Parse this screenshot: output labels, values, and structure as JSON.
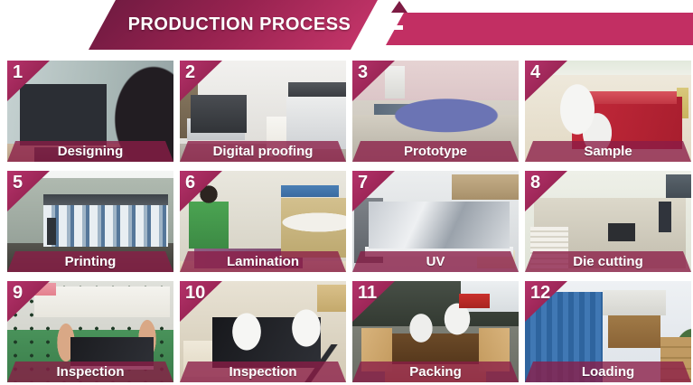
{
  "header": {
    "title": "PRODUCTION PROCESS",
    "banner_gradient_from": "#731b42",
    "banner_gradient_to": "#c23468",
    "accent_bar_color": "#c22f63",
    "accent_triangle_color": "#7d1b43",
    "accent_dash_color": "#ffffff",
    "title_text_color": "#ffffff"
  },
  "colors": {
    "brand_magenta": "#a02458",
    "badge_gradient": [
      "#b5336b",
      "#8c1d49"
    ],
    "caption_overlay": "rgba(139,28,71,0.78)",
    "caption_text": "#ffffff",
    "page_background": "#ffffff"
  },
  "steps": [
    {
      "number": "1",
      "label": "Designing",
      "photo_style": "background: radial-gradient(70px 95px at 88% 58%, #221d22 60%, rgba(34,29,34,0) 62%) 0 0/100% 100% no-repeat, linear-gradient(#2b2e34,#2b2e34) 14px 26px/96px 68px no-repeat, linear-gradient(110deg,#ece8c6,#d7e2ae) 20px 32px/84px 54px no-repeat, radial-gradient(9px 13px at 50% 50%, #c0504a 96%, rgba(192,80,74,0) 100%) 26px 40px/20px 28px no-repeat, radial-gradient(14px 14px at 50% 50%, #9fae62 96%, rgba(159,174,98,0) 100%) 54px 48px/30px 30px no-repeat, linear-gradient(#3a3d42,#26282c) 30px 96px/110px 16px no-repeat, linear-gradient(#cdb9a0,#b5a084) 0 100%/100% 20px no-repeat, linear-gradient(#9aa4a2,#8c9896) 150px 28px/34px 46px no-repeat, linear-gradient(100deg,#c6d2d2 0%,#aab9b7 55%,#93a1a3 100%) 0 0/100% 100% no-repeat;"
    },
    {
      "number": "2",
      "label": "Digital proofing",
      "photo_style": "background: linear-gradient(#54575c,#3a3d42) 120px 24px/118px 16px no-repeat, linear-gradient(#eceded,#cfd2d5) 118px 40px/120px 58px no-repeat, linear-gradient(#f7f6f2,#e9e6de) 96px 62px/44px 44px no-repeat, linear-gradient(#4a4d52,#313438) 12px 38px/62px 42px no-repeat, linear-gradient(#dcdedf,#c4c7ca) 8px 64px/64px 24px no-repeat, linear-gradient(#8a7a62,#6c5e4a) 0 18px/20px 68px no-repeat, linear-gradient(#bab5ad,#a29b8f) 0 100%/100% 20px no-repeat, linear-gradient(#f2f1ef,#dcdad5) 0 0/100% 100% no-repeat;"
    },
    {
      "number": "3",
      "label": "Prototype",
      "photo_style": "background: linear-gradient(#f0f0ee,#d8d8d4) 36px 6px/22px 36px no-repeat, radial-gradient(80px 26px at 50% 55%, #6b74b4 70%, rgba(107,116,180,0) 72%) 24px 30px/160px 56px no-repeat, linear-gradient(100deg,#5a6a7a,#93a1b0) 24px 48px/120px 12px no-repeat, linear-gradient(#d3cec2,#b5b0a4) 0 100%/100% 52px no-repeat, linear-gradient(#e6d3d3,#dcc6c8) 0 0/100% 44px no-repeat, linear-gradient(#ded9d1,#c7c2b8) 0 0/100% 100% no-repeat;"
    },
    {
      "number": "4",
      "label": "Sample",
      "photo_style": "background: radial-gradient(26px 38px at 50% 50%, #f5f5f3 72%, rgba(245,245,243,0) 74%) 28px 14px/60px 80px no-repeat, radial-gradient(22px 30px at 50% 50%, #f0f0ee 72%, rgba(240,240,238,0) 74%) 52px 48px/56px 64px no-repeat, linear-gradient(#d8535e,#c23744) 60px 34px/108px 14px no-repeat, linear-gradient(105deg,#c4293a,#a81e2e) 52px 40px/122px 58px no-repeat, linear-gradient(#d9c87c,#c9b45e) 168px 30px/13px 34px no-repeat, linear-gradient(#e2e9dc,#eef0e8) 0 0/100% 16px no-repeat, linear-gradient(#f0ebdf,#e2d9c4) 0 0/100% 100% no-repeat;"
    },
    {
      "number": "5",
      "label": "Printing",
      "photo_style": "background: linear-gradient(rgba(255,255,255,.85),rgba(255,255,255,.85)) 0 0/100% 8px no-repeat, linear-gradient(#2e3338,#2e3338) 44px 52px/10px 30px no-repeat, linear-gradient(#3c4248,#565c62) 40px 26px/138px 12px no-repeat, repeating-linear-gradient(90deg,#e8eef2 0,#e8eef2 9px,#9fb4c6 9px,#9fb4c6 13px,#55779a 13px,#55779a 17px) 40px 38px/138px 46px no-repeat, linear-gradient(#55544e,#3c3c36) 0 100%/100% 32px no-repeat, linear-gradient(#b2bcb2,#8c9890) 0 0/100% 100% no-repeat;"
    },
    {
      "number": "6",
      "label": "Lamination",
      "photo_style": "background: radial-gradient(12px 12px at 50% 50%, #2c2420 80%, rgba(44,36,32,0) 82%) 20px 14px/24px 24px no-repeat, linear-gradient(#4ba452,#3c8a44) 10px 34px/44px 52px no-repeat, linear-gradient(#4a7fb5,#3a6ba0) 112px 16px/64px 13px no-repeat, radial-gradient(50px 13px at 50% 50%, #f2f0ea 80%, rgba(242,240,234,0) 82%) 100px 42px/108px 30px no-repeat, linear-gradient(#d3c08e,#bca86f) 112px 30px/72px 66px no-repeat, linear-gradient(100deg,#8e5f83,#7a4a6e) 16px 86px/120px 22px no-repeat, linear-gradient(#e4dac2,#d4c6a8) 0 100%/100% 12px no-repeat, linear-gradient(#e9e7de,#d4d0c2) 0 0/100% 100% no-repeat;"
    },
    {
      "number": "7",
      "label": "UV",
      "photo_style": "background: linear-gradient(115deg,#c6cbd1 0%,#eef0f2 35%,#9aa2ab 60%,#d8dce0 100%) 18px 34px/156px 52px no-repeat, linear-gradient(#f4f5f6,#dfe2e5) 14px 84px/164px 11px no-repeat, linear-gradient(#e6dfc8,#d2c9ac) 138px 88px/42px 20px no-repeat, linear-gradient(#c3ad87,#a8906a) 110px 4px/74px 28px no-repeat, linear-gradient(#7d8288,#5d6268) 2px 30px/32px 72px no-repeat, linear-gradient(#eceeef,#d2d6d9) 0 0/100% 100% no-repeat;"
    },
    {
      "number": "8",
      "label": "Die cutting",
      "photo_style": "background: repeating-linear-gradient(#f2f0ea 0,#f2f0ea 4px,#d8d4c8 4px,#d8d4c8 6px) 6px 62px/42px 48px no-repeat, linear-gradient(#2c2e32,#2c2e32) 92px 58px/30px 20px no-repeat, linear-gradient(#30343c,#30343c) 148px 34px/14px 34px no-repeat, linear-gradient(#5a646c,#434c54) 156px 4px/28px 26px no-repeat, linear-gradient(#dcd8ca,#c2bdae) 10px 30px/168px 78px no-repeat, linear-gradient(#eef0e8,#dfe2d6) 0 0/100% 100% no-repeat;"
    },
    {
      "number": "9",
      "label": "Inspection",
      "photo_style": "background: linear-gradient(#c9ccd0,#c9ccd0) 70px 94px/92px 4px no-repeat, linear-gradient(115deg,#1b1c20,#2e3036) 70px 62px/92px 34px no-repeat, radial-gradient(12px 26px at 50% 50%, #d9a886 80%, rgba(217,168,134,0) 82%) 52px 40px/26px 56px no-repeat, radial-gradient(12px 26px at 50% 50%, #d9a886 80%, rgba(217,168,134,0) 82%) 142px 36px/26px 56px no-repeat, linear-gradient(#eb9aa6,#e4808e) 8px 2px/46px 14px no-repeat, linear-gradient(#f4f3ee,#e8e6de) 30px 6px/150px 34px no-repeat, radial-gradient(2px 2px at 50% 50%, #1e3a26 90%, rgba(30,58,38,0) 100%) 0 0/18px 15px repeat, linear-gradient(#49925a,#3a7c4a) 0 100%/100% 58px no-repeat, linear-gradient(#dfe0da,#cbccc4) 0 0/100% 100% no-repeat;"
    },
    {
      "number": "10",
      "label": "Inspection",
      "photo_style": "background: radial-gradient(20px 26px at 50% 50%, #f6f6f4 78%, rgba(246,246,244,0) 80%) 52px 28px/44px 56px no-repeat, radial-gradient(20px 26px at 50% 50%, #f6f6f4 78%, rgba(246,246,244,0) 80%) 118px 24px/44px 56px no-repeat, linear-gradient(115deg,#17181c,#2e3036) 36px 40px/120px 56px no-repeat, linear-gradient(#d9c089,#c4a96c) 152px 4px/36px 30px no-repeat, linear-gradient(#efe9da,#e0d7c2) 4px 66px/52px 40px no-repeat, linear-gradient(125deg,rgba(0,0,0,0) 46%,#2a2c30 47%,#2a2c30 53%,rgba(0,0,0,0) 54%) 120px 70px/70px 46px no-repeat, linear-gradient(#e8e2d4,#d2c9b4) 0 0/100% 100% no-repeat;"
    },
    {
      "number": "11",
      "label": "Packing",
      "photo_style": "background: linear-gradient(#c9302c,#a82420) 118px 14px/34px 16px no-repeat, radial-gradient(18px 22px at 50% 50%, #f2f2f0 78%, rgba(242,242,240,0) 80%) 96px 18px/40px 48px no-repeat, radial-gradient(16px 20px at 50% 50%, #eeeeec 78%, rgba(238,238,236,0) 80%) 58px 30px/36px 44px no-repeat, linear-gradient(115deg,#d8b37c,#c39a5e) 10px 52px/34px 48px no-repeat, linear-gradient(245deg,#d8b37c,#c39a5e) 140px 52px/34px 48px no-repeat, linear-gradient(#6b4a28,#56381c) 42px 58px/100px 34px no-repeat, linear-gradient(#c89f66,#b3874c) 36px 86px/112px 26px no-repeat, linear-gradient(#eceff1,#d8dde0) 120px 0/64px 34px no-repeat, linear-gradient(#474f46,#333a32) 0 0/100% 50px no-repeat, linear-gradient(#8a8d84,#6a6d64) 0 0/100% 100% no-repeat;"
    },
    {
      "number": "12",
      "label": "Loading",
      "photo_style": "background: repeating-linear-gradient(90deg,#2e649e 0,#2e649e 6px,#4078b4 6px,#4078b4 12px) 0 12px/86px 100px no-repeat, linear-gradient(#e8e8e4,#d5d5cf) 86px 10px/70px 28px no-repeat, linear-gradient(#a07a47,#8a6336) 92px 38px/58px 36px no-repeat, linear-gradient(#23262a,#3a3e44) 0 100%/64px 26px no-repeat, repeating-linear-gradient(#c09a62 0,#c09a62 10px,#a8854e 10px,#a8854e 12px) 150px 62px/34px 50px no-repeat, radial-gradient(30px 44px at 50% 50%, #48703f 70%, rgba(72,112,63,0) 72%) 156px 40px/60px 88px no-repeat, linear-gradient(#eef1f4,#dde2e8) 0 0/100% 100% no-repeat;"
    }
  ]
}
